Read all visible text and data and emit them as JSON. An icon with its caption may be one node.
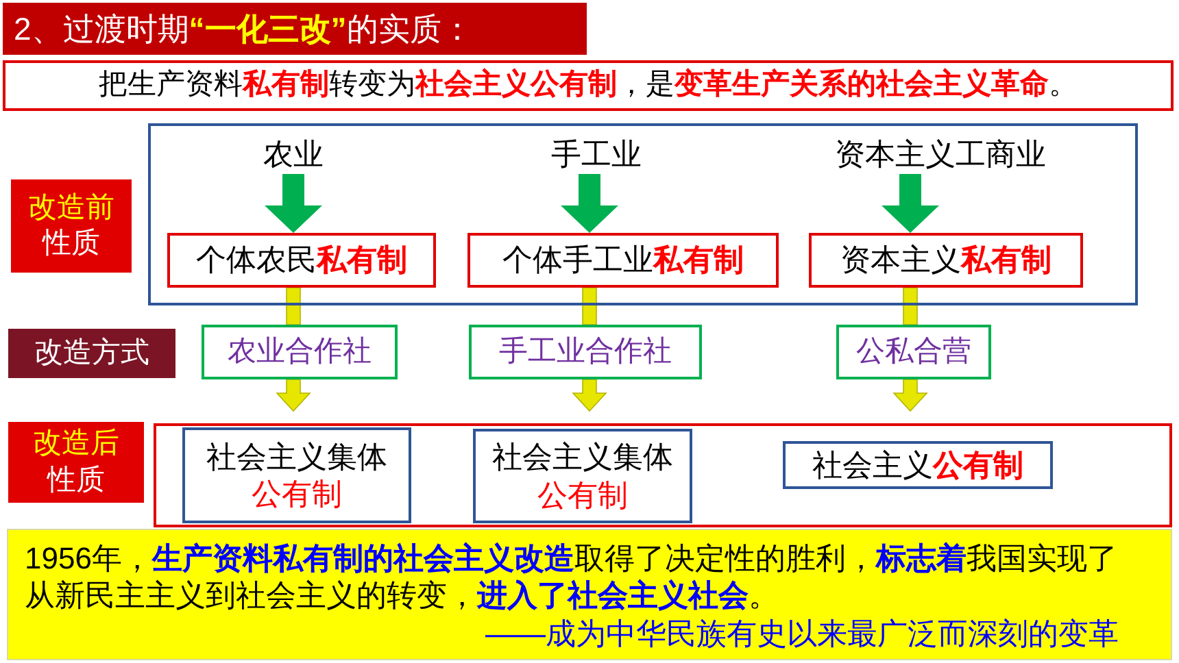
{
  "diagram": {
    "title": "2、过渡时期**“一化三改”**的实质：",
    "nodes": [
      {
        "text": [
          "把生产资料**私有制**转变为**社会主义公有制**，是**变革生产关系的社会主义革命**。"
        ]
      },
      {
        "text": [],
        "shape": "box"
      },
      {
        "text": [
          "农业"
        ],
        "in": 1
      },
      {
        "text": [
          "手工业"
        ],
        "in": 1
      },
      {
        "text": [
          "资本主义工商业"
        ],
        "in": 1
      },
      {
        "text": [
          "个体农民**私有制**"
        ],
        "in": 1
      },
      {
        "text": [
          "个体手工业**私有制**"
        ],
        "in": 1
      },
      {
        "text": [
          "资本主义**私有制**"
        ],
        "in": 1
      },
      {
        "text": [
          "改造前",
          "性质"
        ]
      },
      {
        "text": [
          "改造方式"
        ]
      },
      {
        "text": [
          "农业合作社"
        ]
      },
      {
        "text": [
          "手工业合作社"
        ]
      },
      {
        "text": [
          "公私合营"
        ]
      },
      {
        "text": [],
        "shape": "box"
      },
      {
        "text": [
          "社会主义集体",
          "公有制"
        ],
        "in": 13
      },
      {
        "text": [
          "社会主义集体",
          "公有制"
        ],
        "in": 13
      },
      {
        "text": [
          "社会主义**公有制**"
        ],
        "in": 13
      },
      {
        "text": [
          "改造后",
          "性质"
        ]
      },
      {
        "text": [
          "1956年，**生产资料私有制的社会主义改造**取得了决定性的胜利，**标志着**我国实现了从新民主主义到社会主义的转变，**进入了社会主义社会**。",
          "——成为中华民族有史以来最广泛而深刻的变革"
        ]
      }
    ],
    "edges": [
      {
        "from": 2,
        "to": 5,
        "arrow": "to",
        "color": "#00b050"
      },
      {
        "from": 3,
        "to": 6,
        "arrow": "to",
        "color": "#00b050"
      },
      {
        "from": 4,
        "to": 7,
        "arrow": "to",
        "color": "#00b050"
      },
      {
        "from": 5,
        "to": 10,
        "arrow": "none"
      },
      {
        "from": 10,
        "to": 14,
        "arrow": "to"
      },
      {
        "from": 6,
        "to": 11,
        "arrow": "none"
      },
      {
        "from": 11,
        "to": 15,
        "arrow": "to"
      },
      {
        "from": 7,
        "to": 12,
        "arrow": "none"
      },
      {
        "from": 12,
        "to": 16,
        "arrow": "to"
      }
    ]
  }
}
